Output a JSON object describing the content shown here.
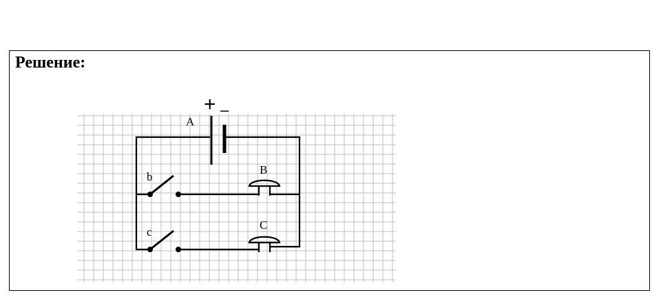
{
  "heading": "Решение:",
  "labels": {
    "plus": "+",
    "minus": "–",
    "battery": "A",
    "bell_top": "B",
    "bell_bottom": "C",
    "switch_top": "b",
    "switch_bottom": "c"
  },
  "colors": {
    "ink": "#000000",
    "grid": "#bfbfbf"
  }
}
